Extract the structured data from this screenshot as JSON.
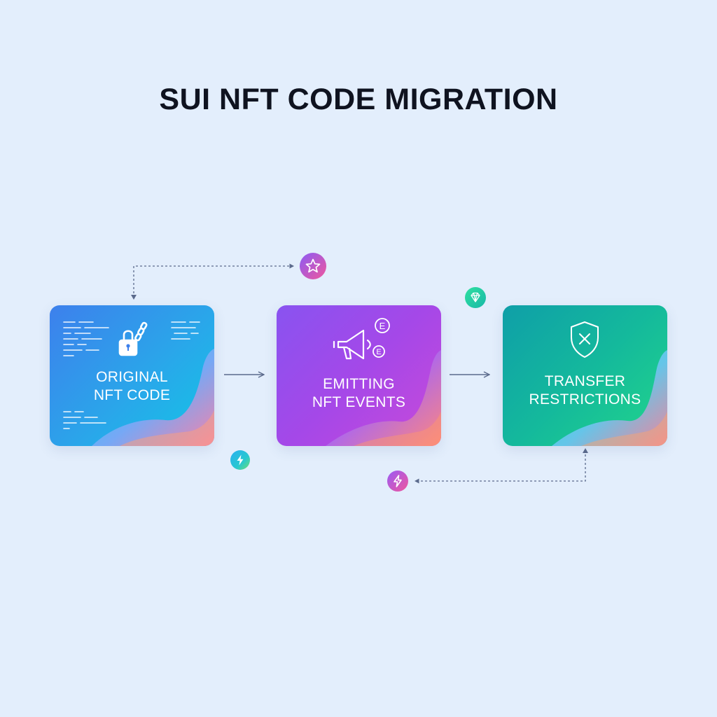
{
  "title": "SUI NFT CODE MIGRATION",
  "steps": [
    {
      "line1": "ORIGINAL",
      "line2": "NFT CODE",
      "icon": "padlock-chain-icon"
    },
    {
      "line1": "EMITTING",
      "line2": "NFT EVENTS",
      "icon": "megaphone-icon"
    },
    {
      "line1": "TRANSFER",
      "line2": "RESTRICTIONS",
      "icon": "shield-x-icon"
    }
  ],
  "badges": [
    "star-icon",
    "gem-icon",
    "lightning-icon",
    "lightning-icon"
  ],
  "colors": {
    "background": "#e3eefc",
    "title": "#0f1320",
    "card1": "#3d80ec",
    "card2": "#a548e8",
    "card3": "#14b99c",
    "connector": "#5b6a8c"
  }
}
